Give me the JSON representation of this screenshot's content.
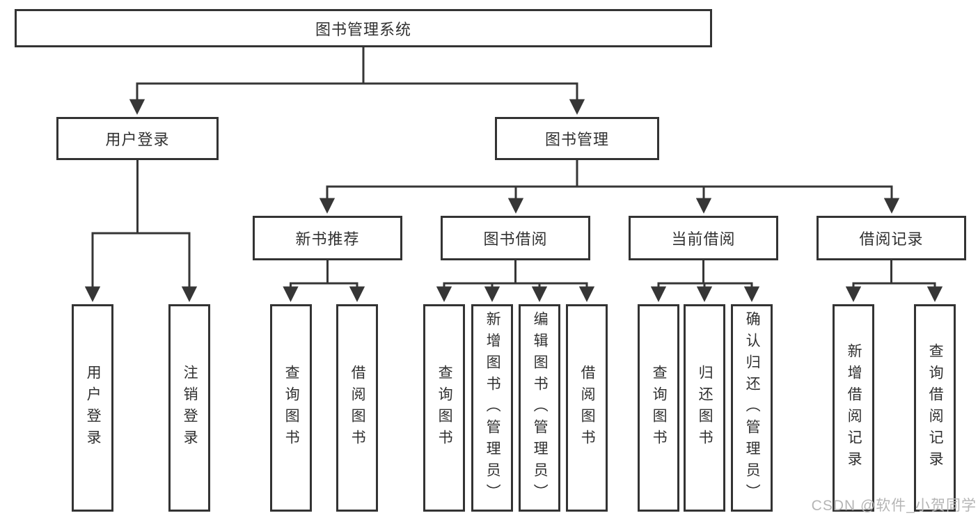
{
  "diagram": {
    "type": "tree",
    "nodes": {
      "root": "图书管理系统",
      "level2": [
        "用户登录",
        "图书管理"
      ],
      "level3": [
        "新书推荐",
        "图书借阅",
        "当前借阅",
        "借阅记录"
      ],
      "leaves": [
        "用户登录",
        "注销登录",
        "查询图书",
        "借阅图书",
        "查询图书",
        "新增图书（管理员）",
        "编辑图书（管理员）",
        "借阅图书",
        "查询图书",
        "归还图书",
        "确认归还（管理员）",
        "新增借阅记录",
        "查询借阅记录"
      ]
    },
    "edges": [
      {
        "from": "图书管理系统",
        "to": "用户登录"
      },
      {
        "from": "图书管理系统",
        "to": "图书管理"
      },
      {
        "from": "用户登录",
        "to": "用户登录"
      },
      {
        "from": "用户登录",
        "to": "注销登录"
      },
      {
        "from": "图书管理",
        "to": "新书推荐"
      },
      {
        "from": "图书管理",
        "to": "图书借阅"
      },
      {
        "from": "图书管理",
        "to": "当前借阅"
      },
      {
        "from": "图书管理",
        "to": "借阅记录"
      },
      {
        "from": "新书推荐",
        "to": "查询图书"
      },
      {
        "from": "新书推荐",
        "to": "借阅图书"
      },
      {
        "from": "图书借阅",
        "to": "查询图书"
      },
      {
        "from": "图书借阅",
        "to": "新增图书（管理员）"
      },
      {
        "from": "图书借阅",
        "to": "编辑图书（管理员）"
      },
      {
        "from": "图书借阅",
        "to": "借阅图书"
      },
      {
        "from": "当前借阅",
        "to": "查询图书"
      },
      {
        "from": "当前借阅",
        "to": "归还图书"
      },
      {
        "from": "当前借阅",
        "to": "确认归还（管理员）"
      },
      {
        "from": "借阅记录",
        "to": "新增借阅记录"
      },
      {
        "from": "借阅记录",
        "to": "查询借阅记录"
      }
    ]
  },
  "watermark": "CSDN @软件_小贺同学",
  "colors": {
    "line": "#363636",
    "border": "#333333",
    "text": "#303030",
    "watermark": "#b5b5b5",
    "background": "#ffffff"
  }
}
